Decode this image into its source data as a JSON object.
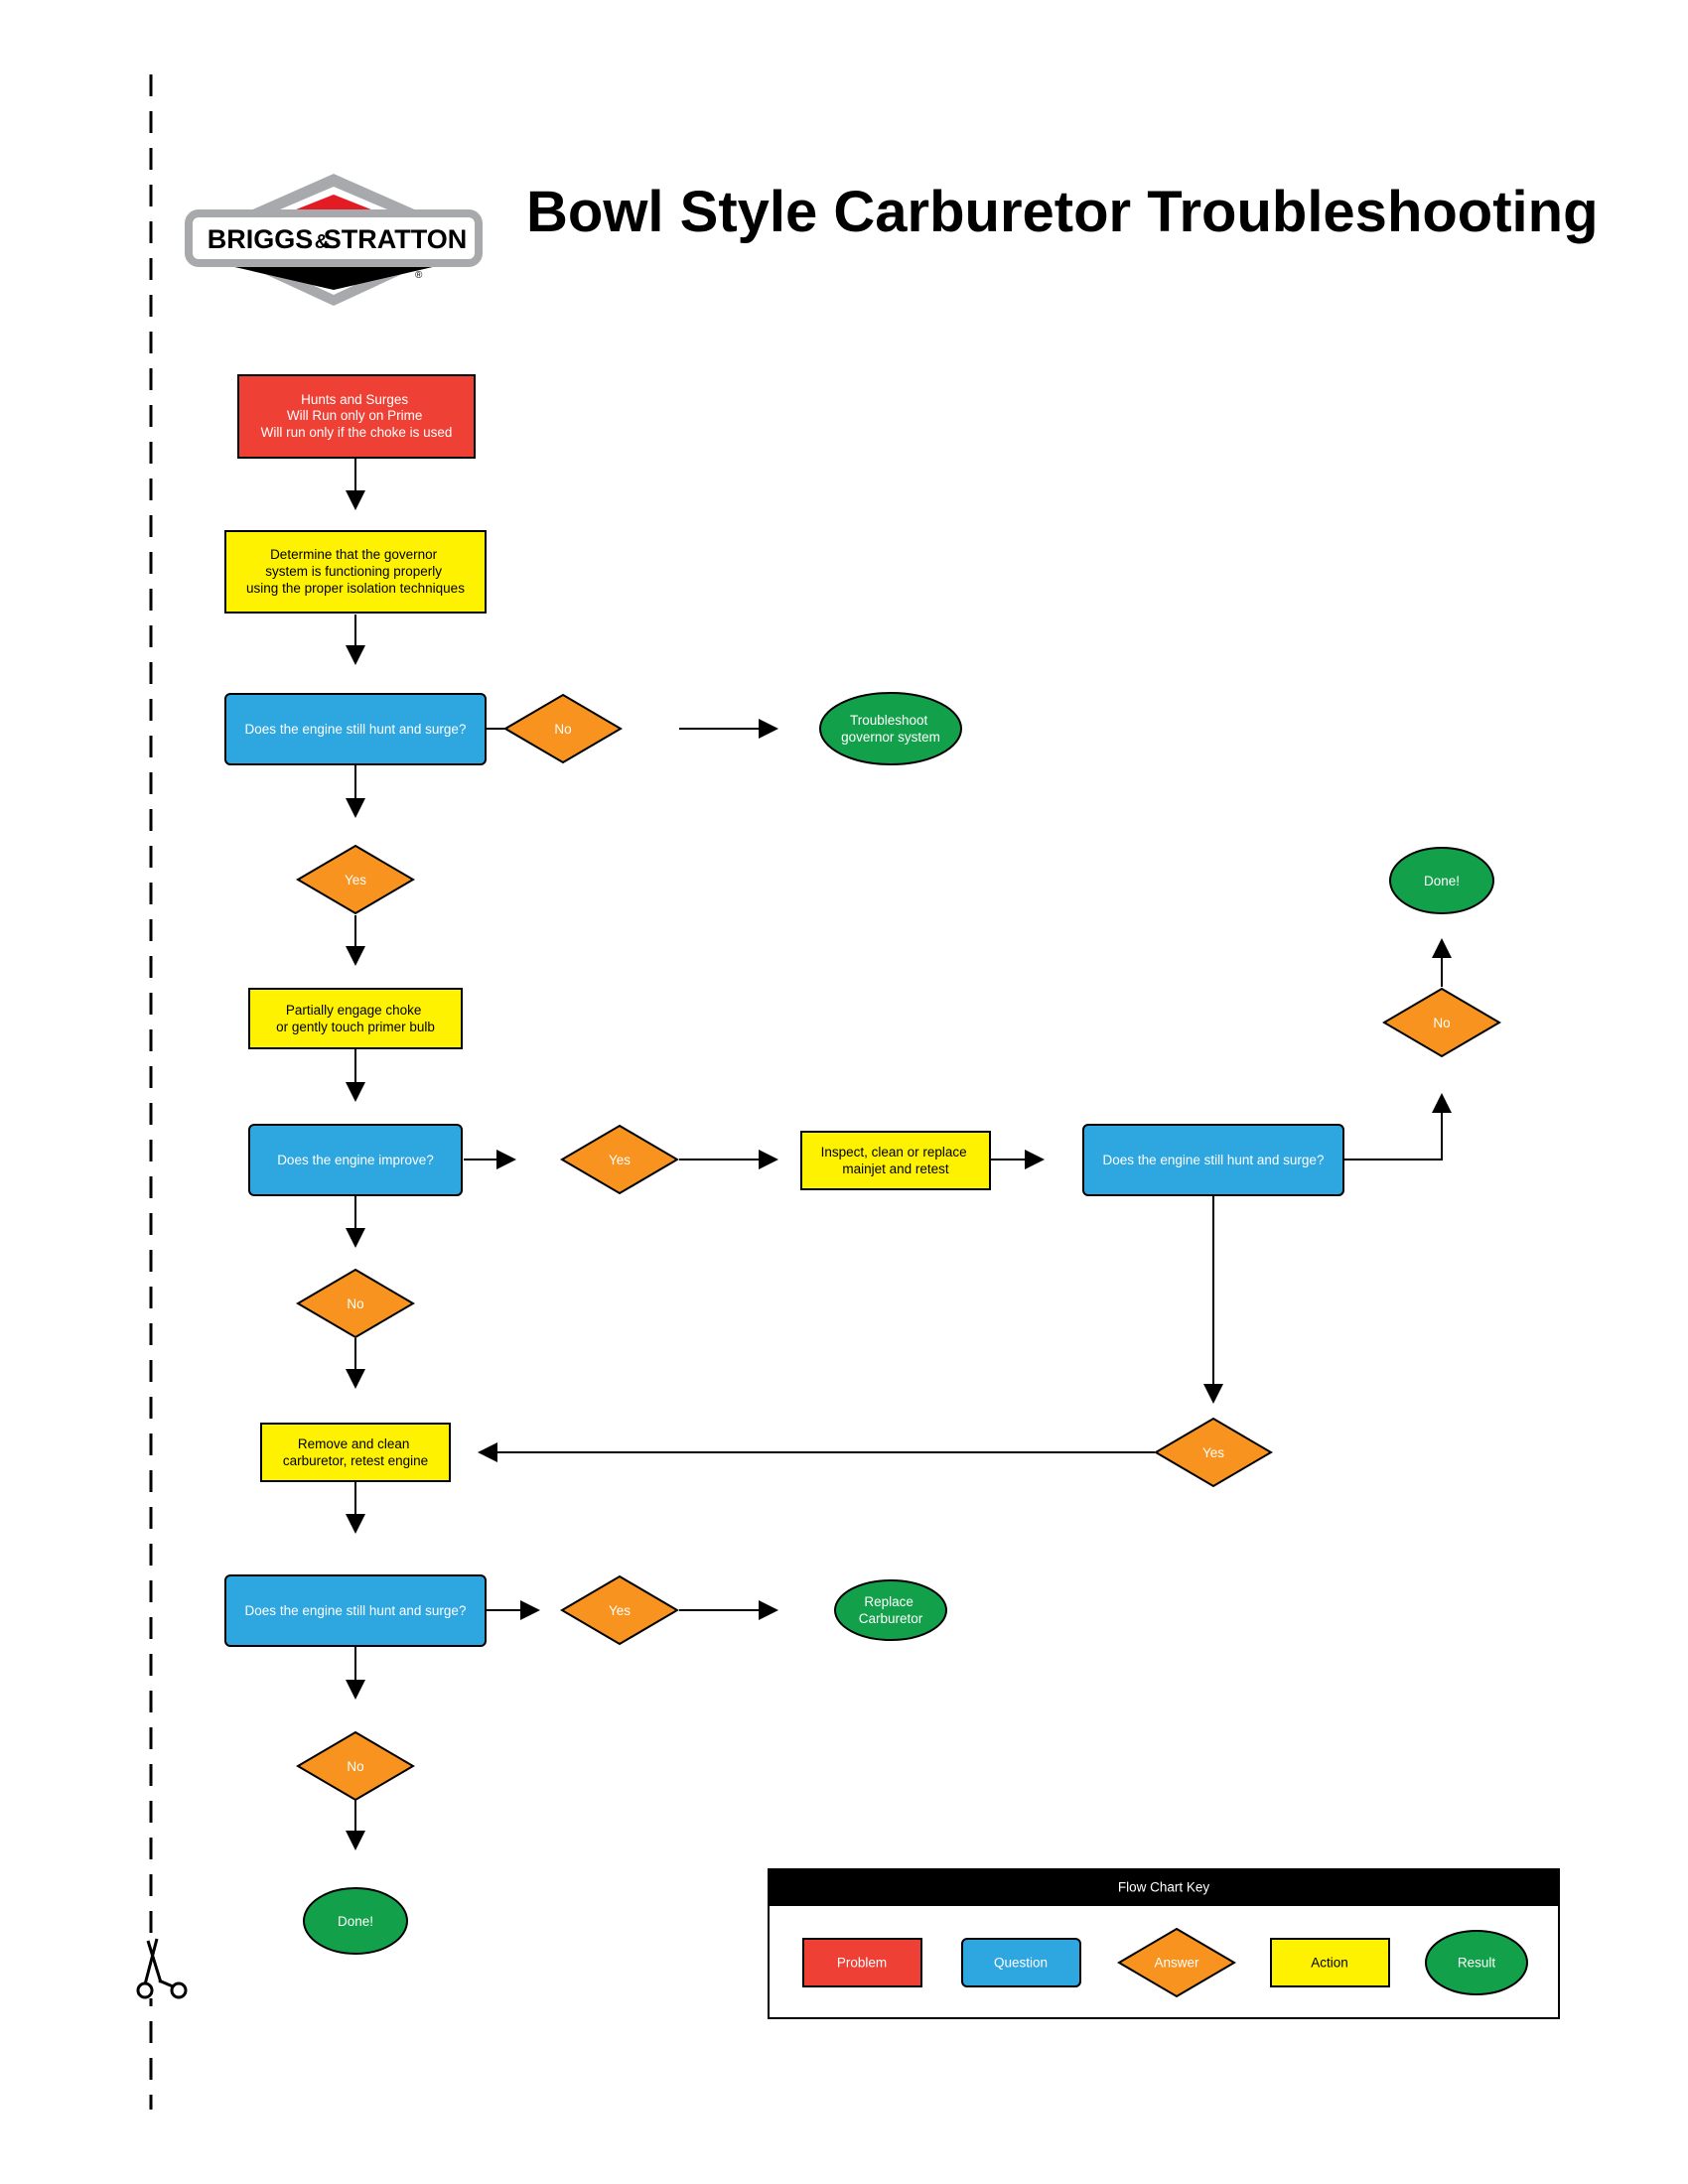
{
  "title": "Bowl Style Carburetor Troubleshooting",
  "logo": {
    "text_left": "BRIGGS",
    "text_amp": "&",
    "text_right": "STRATTON",
    "mark": "®"
  },
  "colors": {
    "problem": "#EE4035",
    "question": "#2EA6E0",
    "answer": "#F7931E",
    "action": "#FFF200",
    "result": "#13A04A",
    "logo_red": "#E31B23",
    "logo_grey": "#A7A9AC"
  },
  "nodes": {
    "problem": [
      "Hunts and Surges",
      "Will Run only on Prime",
      "Will run only if the choke is used"
    ],
    "governor_check": [
      "Determine that the governor",
      "system is functioning properly",
      "using the proper isolation techniques"
    ],
    "q1": [
      "Does the engine still hunt and surge?"
    ],
    "q1_no": [
      "No"
    ],
    "r_governor": [
      "Troubleshoot",
      "governor system"
    ],
    "q1_yes": [
      "Yes"
    ],
    "choke_action": [
      "Partially engage choke",
      "or gently touch primer bulb"
    ],
    "q2": [
      "Does the engine improve?"
    ],
    "q2_yes": [
      "Yes"
    ],
    "mainjet_action": [
      "Inspect, clean or replace",
      "mainjet and retest"
    ],
    "q3": [
      "Does the engine still hunt and surge?"
    ],
    "q3_no": [
      "No"
    ],
    "r_done_top": [
      "Done!"
    ],
    "q2_no": [
      "No"
    ],
    "q3_yes": [
      "Yes"
    ],
    "clean_action": [
      "Remove and clean",
      "carburetor, retest engine"
    ],
    "q4": [
      "Does the engine still hunt and surge?"
    ],
    "q4_yes": [
      "Yes"
    ],
    "r_replace": [
      "Replace",
      "Carburetor"
    ],
    "q4_no": [
      "No"
    ],
    "r_done_bottom": [
      "Done!"
    ]
  },
  "key": {
    "title": "Flow Chart Key",
    "problem": "Problem",
    "question": "Question",
    "answer": "Answer",
    "action": "Action",
    "result": "Result"
  },
  "scissors_icon": "scissors-icon"
}
